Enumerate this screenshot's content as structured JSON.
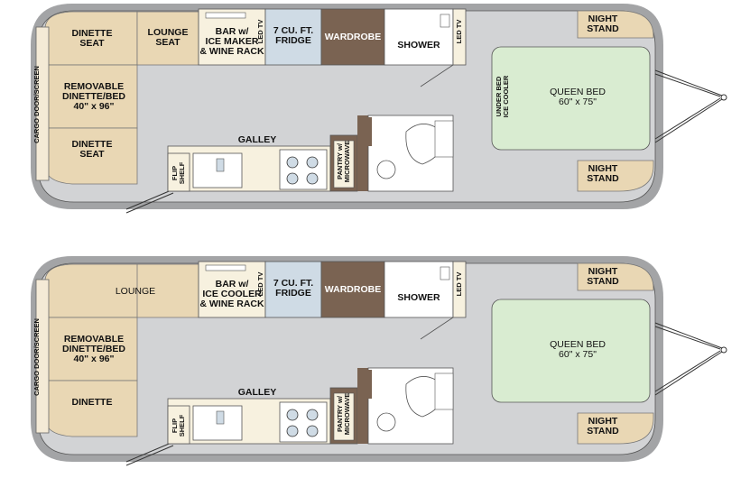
{
  "colors": {
    "shell": "#a3a4a6",
    "floor": "#d2d3d5",
    "tan": "#e9d7b4",
    "tan_dark": "#cdb48a",
    "bed": "#d9ecd1",
    "fridge": "#cfdbe5",
    "wardrobe": "#7a6352",
    "cabinet": "#f7f1df",
    "white": "#ffffff",
    "outline": "#4a4a4a"
  },
  "plans": [
    {
      "id": "plan-1",
      "dinette_seat_top": "DINETTE\nSEAT",
      "lounge_seat": "LOUNGE\nSEAT",
      "lounge": "",
      "bar": "BAR w/\nICE MAKER\n& WINE RACK",
      "led_tv_left": "LED TV",
      "fridge": "7 CU. FT.\nFRIDGE",
      "wardrobe": "WARDROBE",
      "shower": "SHOWER",
      "led_tv_right": "LED TV",
      "night_stand_top": "NIGHT\nSTAND",
      "cargo_door": "CARGO DOOR/SCREEN",
      "removable_dinette": "REMOVABLE\nDINETTE/BED\n40\" x 96\"",
      "dinette_seat_bottom": "DINETTE\nSEAT",
      "under_bed": "UNDER BED\nICE COOLER",
      "queen_bed": "QUEEN BED\n60\" x 75\"",
      "galley": "GALLEY",
      "flip_shelf": "FLIP\nSHELF",
      "pantry": "PANTRY w/\nMICROWAVE",
      "night_stand_bottom": "NIGHT\nSTAND"
    },
    {
      "id": "plan-2",
      "dinette_seat_top": "",
      "lounge_seat": "",
      "lounge": "LOUNGE",
      "bar": "BAR w/\nICE COOLER\n& WINE RACK",
      "led_tv_left": "LED TV",
      "fridge": "7 CU. FT.\nFRIDGE",
      "wardrobe": "WARDROBE",
      "shower": "SHOWER",
      "led_tv_right": "LED TV",
      "night_stand_top": "NIGHT\nSTAND",
      "cargo_door": "CARGO DOOR/SCREEN",
      "removable_dinette": "REMOVABLE\nDINETTE/BED\n40\" x 96\"",
      "dinette_seat_bottom": "DINETTE",
      "under_bed": "",
      "queen_bed": "QUEEN BED\n60\" x 75\"",
      "galley": "GALLEY",
      "flip_shelf": "FLIP\nSHELF",
      "pantry": "PANTRY w/\nMICROWAVE",
      "night_stand_bottom": "NIGHT\nSTAND"
    }
  ]
}
